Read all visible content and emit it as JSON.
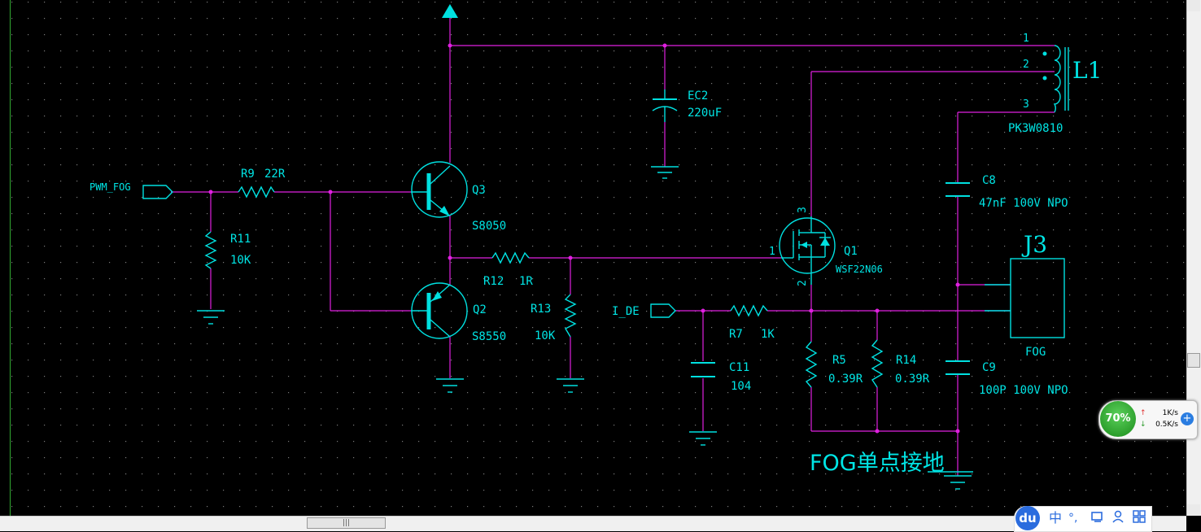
{
  "schematic": {
    "net_pwm": "PWM_FOG",
    "net_ide": "I_DE",
    "r9_ref": "R9",
    "r9_val": "22R",
    "r11_ref": "R11",
    "r11_val": "10K",
    "q3_ref": "Q3",
    "q3_val": "S8050",
    "q2_ref": "Q2",
    "q2_val": "S8550",
    "r12_ref": "R12",
    "r12_val": "1R",
    "r13_ref": "R13",
    "r13_val": "10K",
    "ec2_ref": "EC2",
    "ec2_val": "220uF",
    "l1_ref": "L1",
    "l1_val": "PK3W0810",
    "l1_pin1": "1",
    "l1_pin2": "2",
    "l1_pin3": "3",
    "c8_ref": "C8",
    "c8_val": "47nF 100V NPO",
    "q1_ref": "Q1",
    "q1_val": "WSF22N06",
    "q1_pin1": "1",
    "q1_pin2": "2",
    "q1_pin3": "3",
    "j3_ref": "J3",
    "j3_val": "FOG",
    "r7_ref": "R7",
    "r7_val": "1K",
    "c11_ref": "C11",
    "c11_val": "104",
    "r5_ref": "R5",
    "r5_val": "0.39R",
    "r14_ref": "R14",
    "r14_val": "0.39R",
    "c9_ref": "C9",
    "c9_val": "100P 100V NPO",
    "note": "FOG单点接地"
  },
  "colors": {
    "wire": "#e020e0",
    "component": "#00e0e0",
    "background": "#000000"
  },
  "net_widget": {
    "percent": "70%",
    "up": "1K/s",
    "down": "0.5K/s",
    "up_icon": "arrow-up-icon",
    "down_icon": "arrow-down-icon"
  },
  "ime": {
    "logo": "du",
    "mode": "中",
    "punct": "°,",
    "icons": [
      "keyboard-icon",
      "user-icon",
      "grid-icon"
    ]
  }
}
